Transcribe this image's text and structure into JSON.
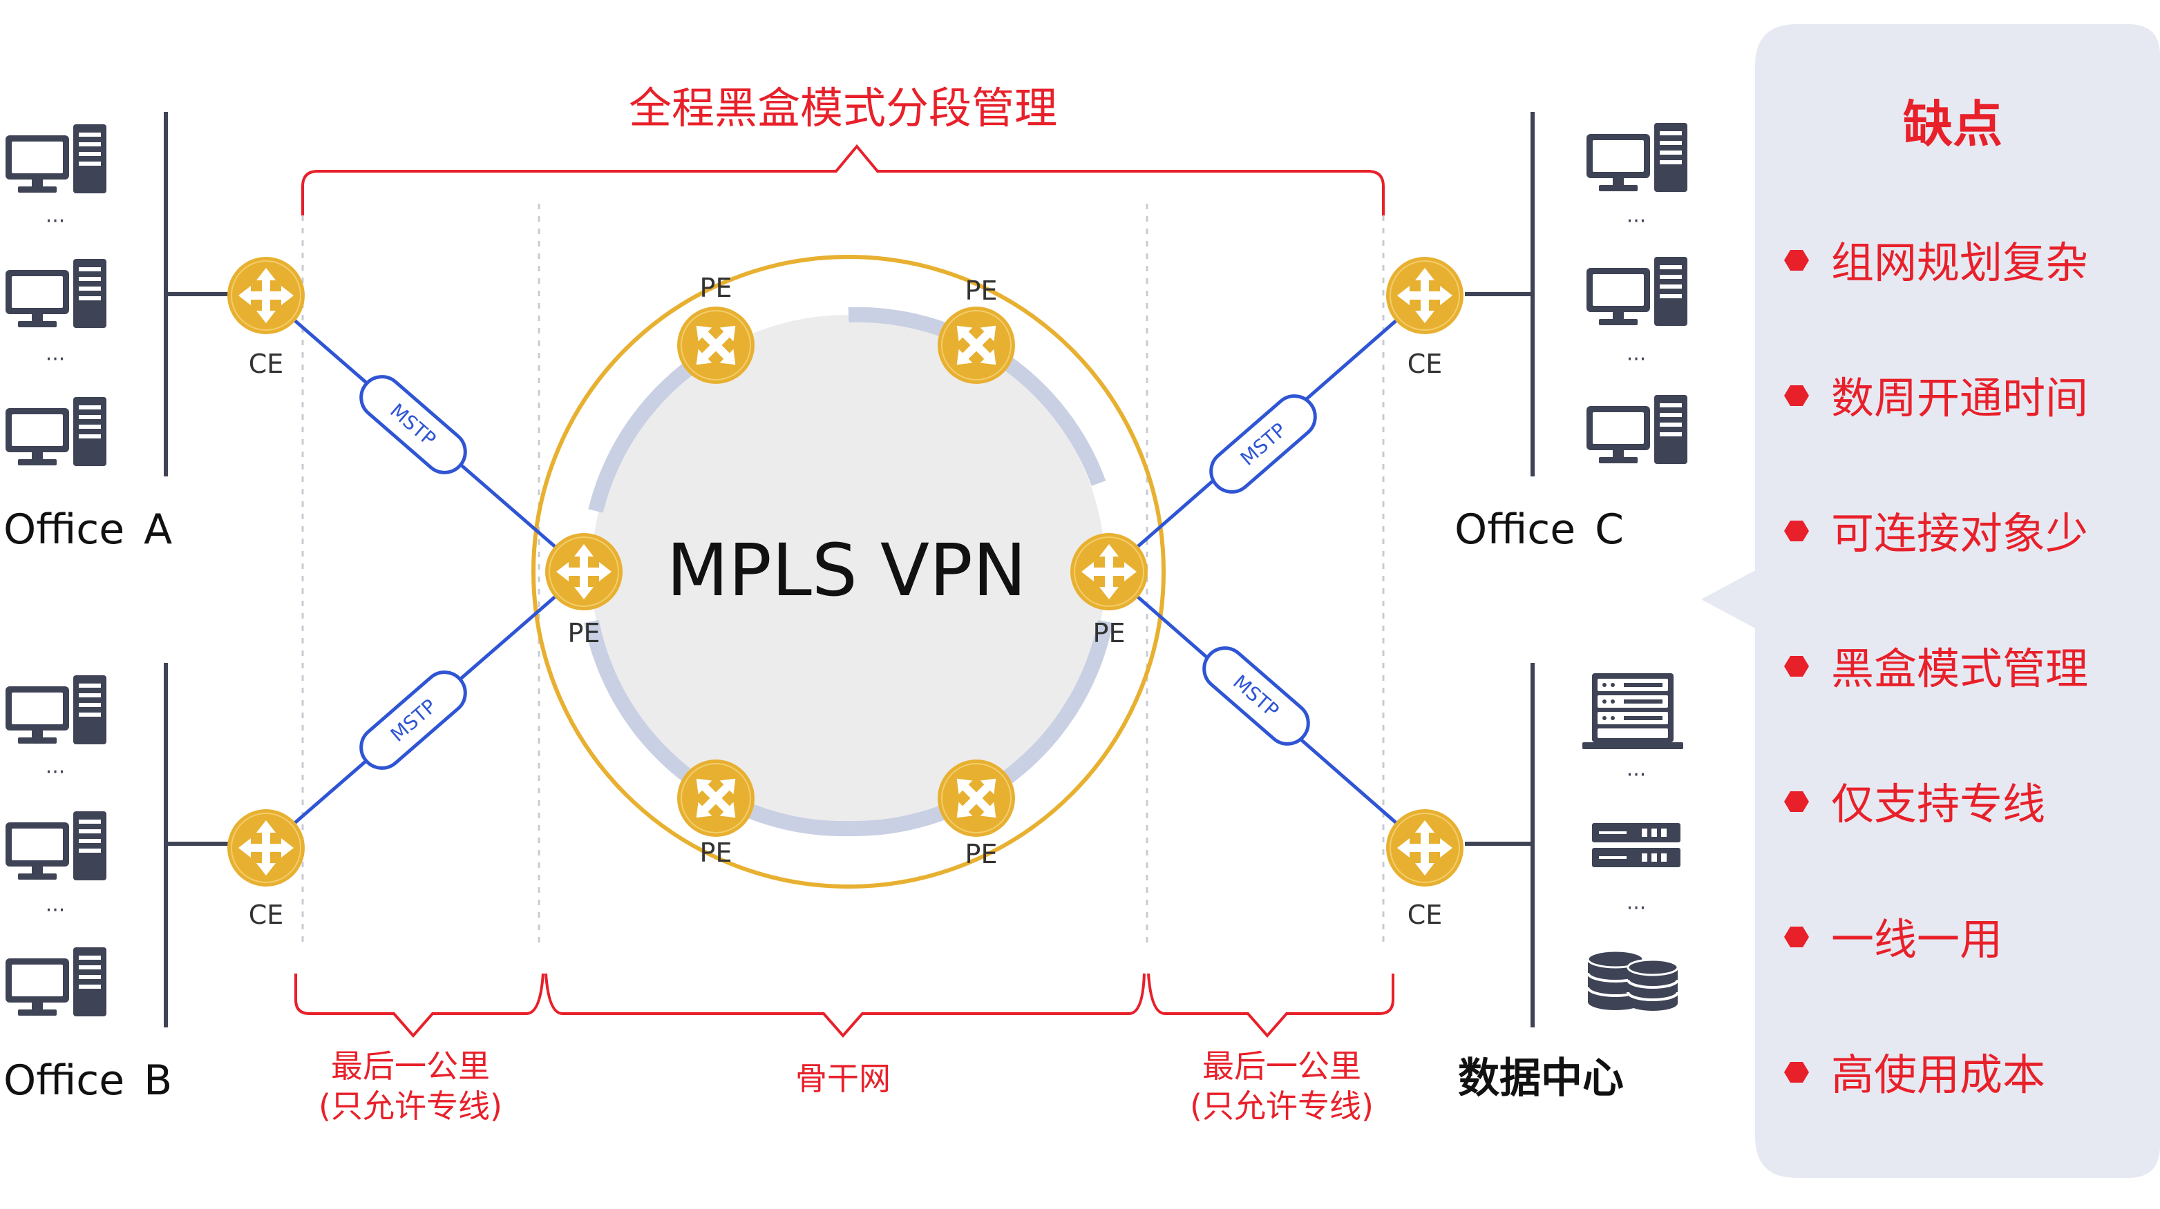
{
  "top_bracket_label": "全程黑盒模式分段管理",
  "core_label": "MPLS VPN",
  "link_label": "MSTP",
  "dots": "···",
  "offices": {
    "a": {
      "name": "Office",
      "letter": "A"
    },
    "b": {
      "name": "Office",
      "letter": "B"
    },
    "c": {
      "name": "Office",
      "letter": "C"
    }
  },
  "datacenter_label": "数据中心",
  "routers": {
    "ce": "CE",
    "pe": "PE"
  },
  "bottom_segments": {
    "left": {
      "line1": "最后一公里",
      "line2": "(只允许专线)"
    },
    "middle": "骨干网",
    "right": {
      "line1": "最后一公里",
      "line2": "(只允许专线)"
    }
  },
  "panel": {
    "title": "缺点",
    "items": [
      "组网规划复杂",
      "数周开通时间",
      "可连接对象少",
      "黑盒模式管理",
      "仅支持专线",
      "一线一用",
      "高使用成本"
    ]
  },
  "colors": {
    "accent_red": "#e8202a",
    "router_gold": "#e8b030",
    "link_blue": "#2f55d4",
    "icon_dark": "#3f4356",
    "panel_bg": "#e7e9f2",
    "ring_gray": "#ececec",
    "ring_arc": "#c9d0e3"
  }
}
